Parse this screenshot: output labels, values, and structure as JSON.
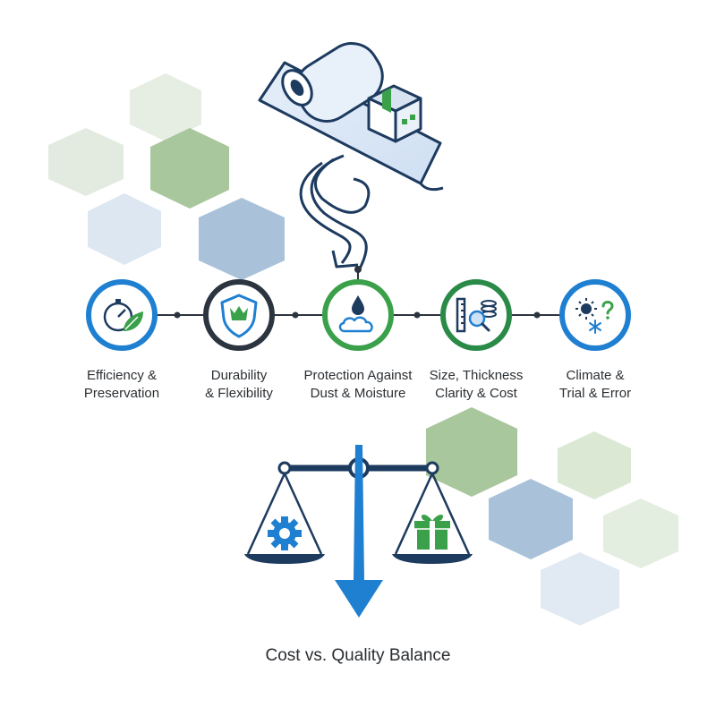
{
  "steps": [
    {
      "line1": "Efficiency &",
      "line2": "Preservation",
      "icon": "stopwatch-leaf-icon",
      "ring_color": "#1f7fd1"
    },
    {
      "line1": "Durability",
      "line2": "& Flexibility",
      "icon": "shield-crown-icon",
      "ring_color": "#2c3440"
    },
    {
      "line1": "Protection Against",
      "line2": "Dust & Moisture",
      "icon": "droplet-cloud-icon",
      "ring_color": "#3aa04a"
    },
    {
      "line1": "Size, Thickness",
      "line2": "Clarity & Cost",
      "icon": "ruler-magnifier-coins-icon",
      "ring_color": "#2a8a48"
    },
    {
      "line1": "Climate &",
      "line2": "Trial & Error",
      "icon": "sun-snowflake-question-icon",
      "ring_color": "#1f7fd1"
    }
  ],
  "caption": "Cost vs. Quality Balance",
  "colors": {
    "navy": "#1d3a5f",
    "blue": "#1f7fd1",
    "green": "#3aa04a",
    "hex_green": "#9fc290",
    "hex_blue": "#a9c2da"
  }
}
